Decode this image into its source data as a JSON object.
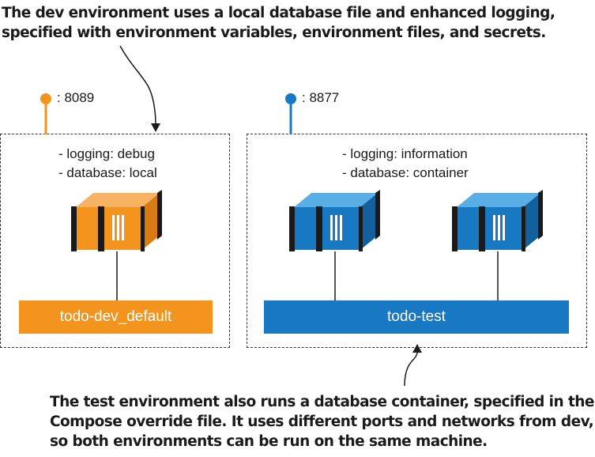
{
  "captions": {
    "top": [
      "The dev environment uses a local database file and enhanced logging,",
      "specified with environment variables, environment files, and secrets."
    ],
    "bottom": [
      "The test environment also runs a database container, specified in the",
      "Compose override file. It uses different ports and networks from dev,",
      "so both environments can be run on the same machine."
    ]
  },
  "environments": {
    "dev": {
      "port": ": 8089",
      "config": [
        "- logging: debug",
        "- database: local"
      ],
      "network": "todo-dev_default",
      "color": "#f2941e"
    },
    "test": {
      "port": ": 8877",
      "config": [
        "- logging: information",
        "- database: container"
      ],
      "network": "todo-test",
      "color": "#1879c2"
    }
  },
  "icons": [
    "container-icon",
    "port-pin-icon",
    "arrow-icon"
  ]
}
